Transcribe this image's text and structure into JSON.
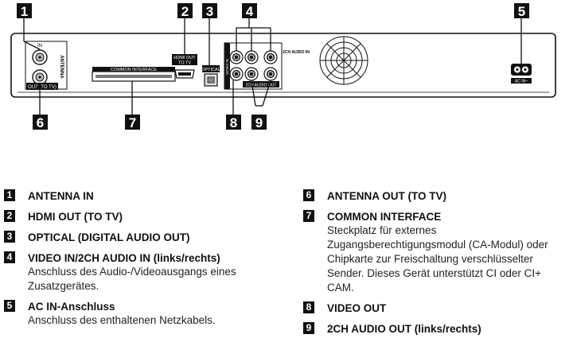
{
  "diagram": {
    "callouts": [
      "1",
      "2",
      "3",
      "4",
      "5",
      "6",
      "7",
      "8",
      "9"
    ],
    "panel_labels": {
      "antenna": "ANTENNA",
      "antenna_in": "IN",
      "antenna_out": "OUT (TO TV)",
      "common_interface": "COMMON INTERFACE",
      "hdmi_out": "HDMI OUT",
      "hdmi_to_tv": "TO TV",
      "optical": "OPTICAL",
      "video_in": "VIDEO IN",
      "audio_in": "2CH AUDIO IN",
      "video_out": "VIDEO OUT",
      "audio_out": "2CH AUDIO OUT",
      "ac_in": "AC IN~"
    }
  },
  "legend_left": [
    {
      "num": "1",
      "title": "ANTENNA IN",
      "desc": ""
    },
    {
      "num": "2",
      "title": "HDMI OUT (TO TV)",
      "desc": ""
    },
    {
      "num": "3",
      "title": "OPTICAL (DIGITAL AUDIO OUT)",
      "desc": ""
    },
    {
      "num": "4",
      "title": "VIDEO IN/2CH AUDIO IN (links/rechts)",
      "desc": "Anschluss des Audio-/Videoausgangs eines Zusatzgerätes."
    },
    {
      "num": "5",
      "title": "AC IN-Anschluss",
      "desc": "Anschluss des enthaltenen Netzkabels."
    }
  ],
  "legend_right": [
    {
      "num": "6",
      "title": "ANTENNA OUT (TO TV)",
      "desc": ""
    },
    {
      "num": "7",
      "title": "COMMON INTERFACE",
      "desc": "Steckplatz für externes Zugangsberechtigungsmodul (CA-Modul) oder Chipkarte zur Freischaltung verschlüsselter Sender. Dieses Gerät unterstützt CI oder CI+ CAM."
    },
    {
      "num": "8",
      "title": "VIDEO OUT",
      "desc": ""
    },
    {
      "num": "9",
      "title": "2CH AUDIO OUT (links/rechts)",
      "desc": ""
    }
  ]
}
